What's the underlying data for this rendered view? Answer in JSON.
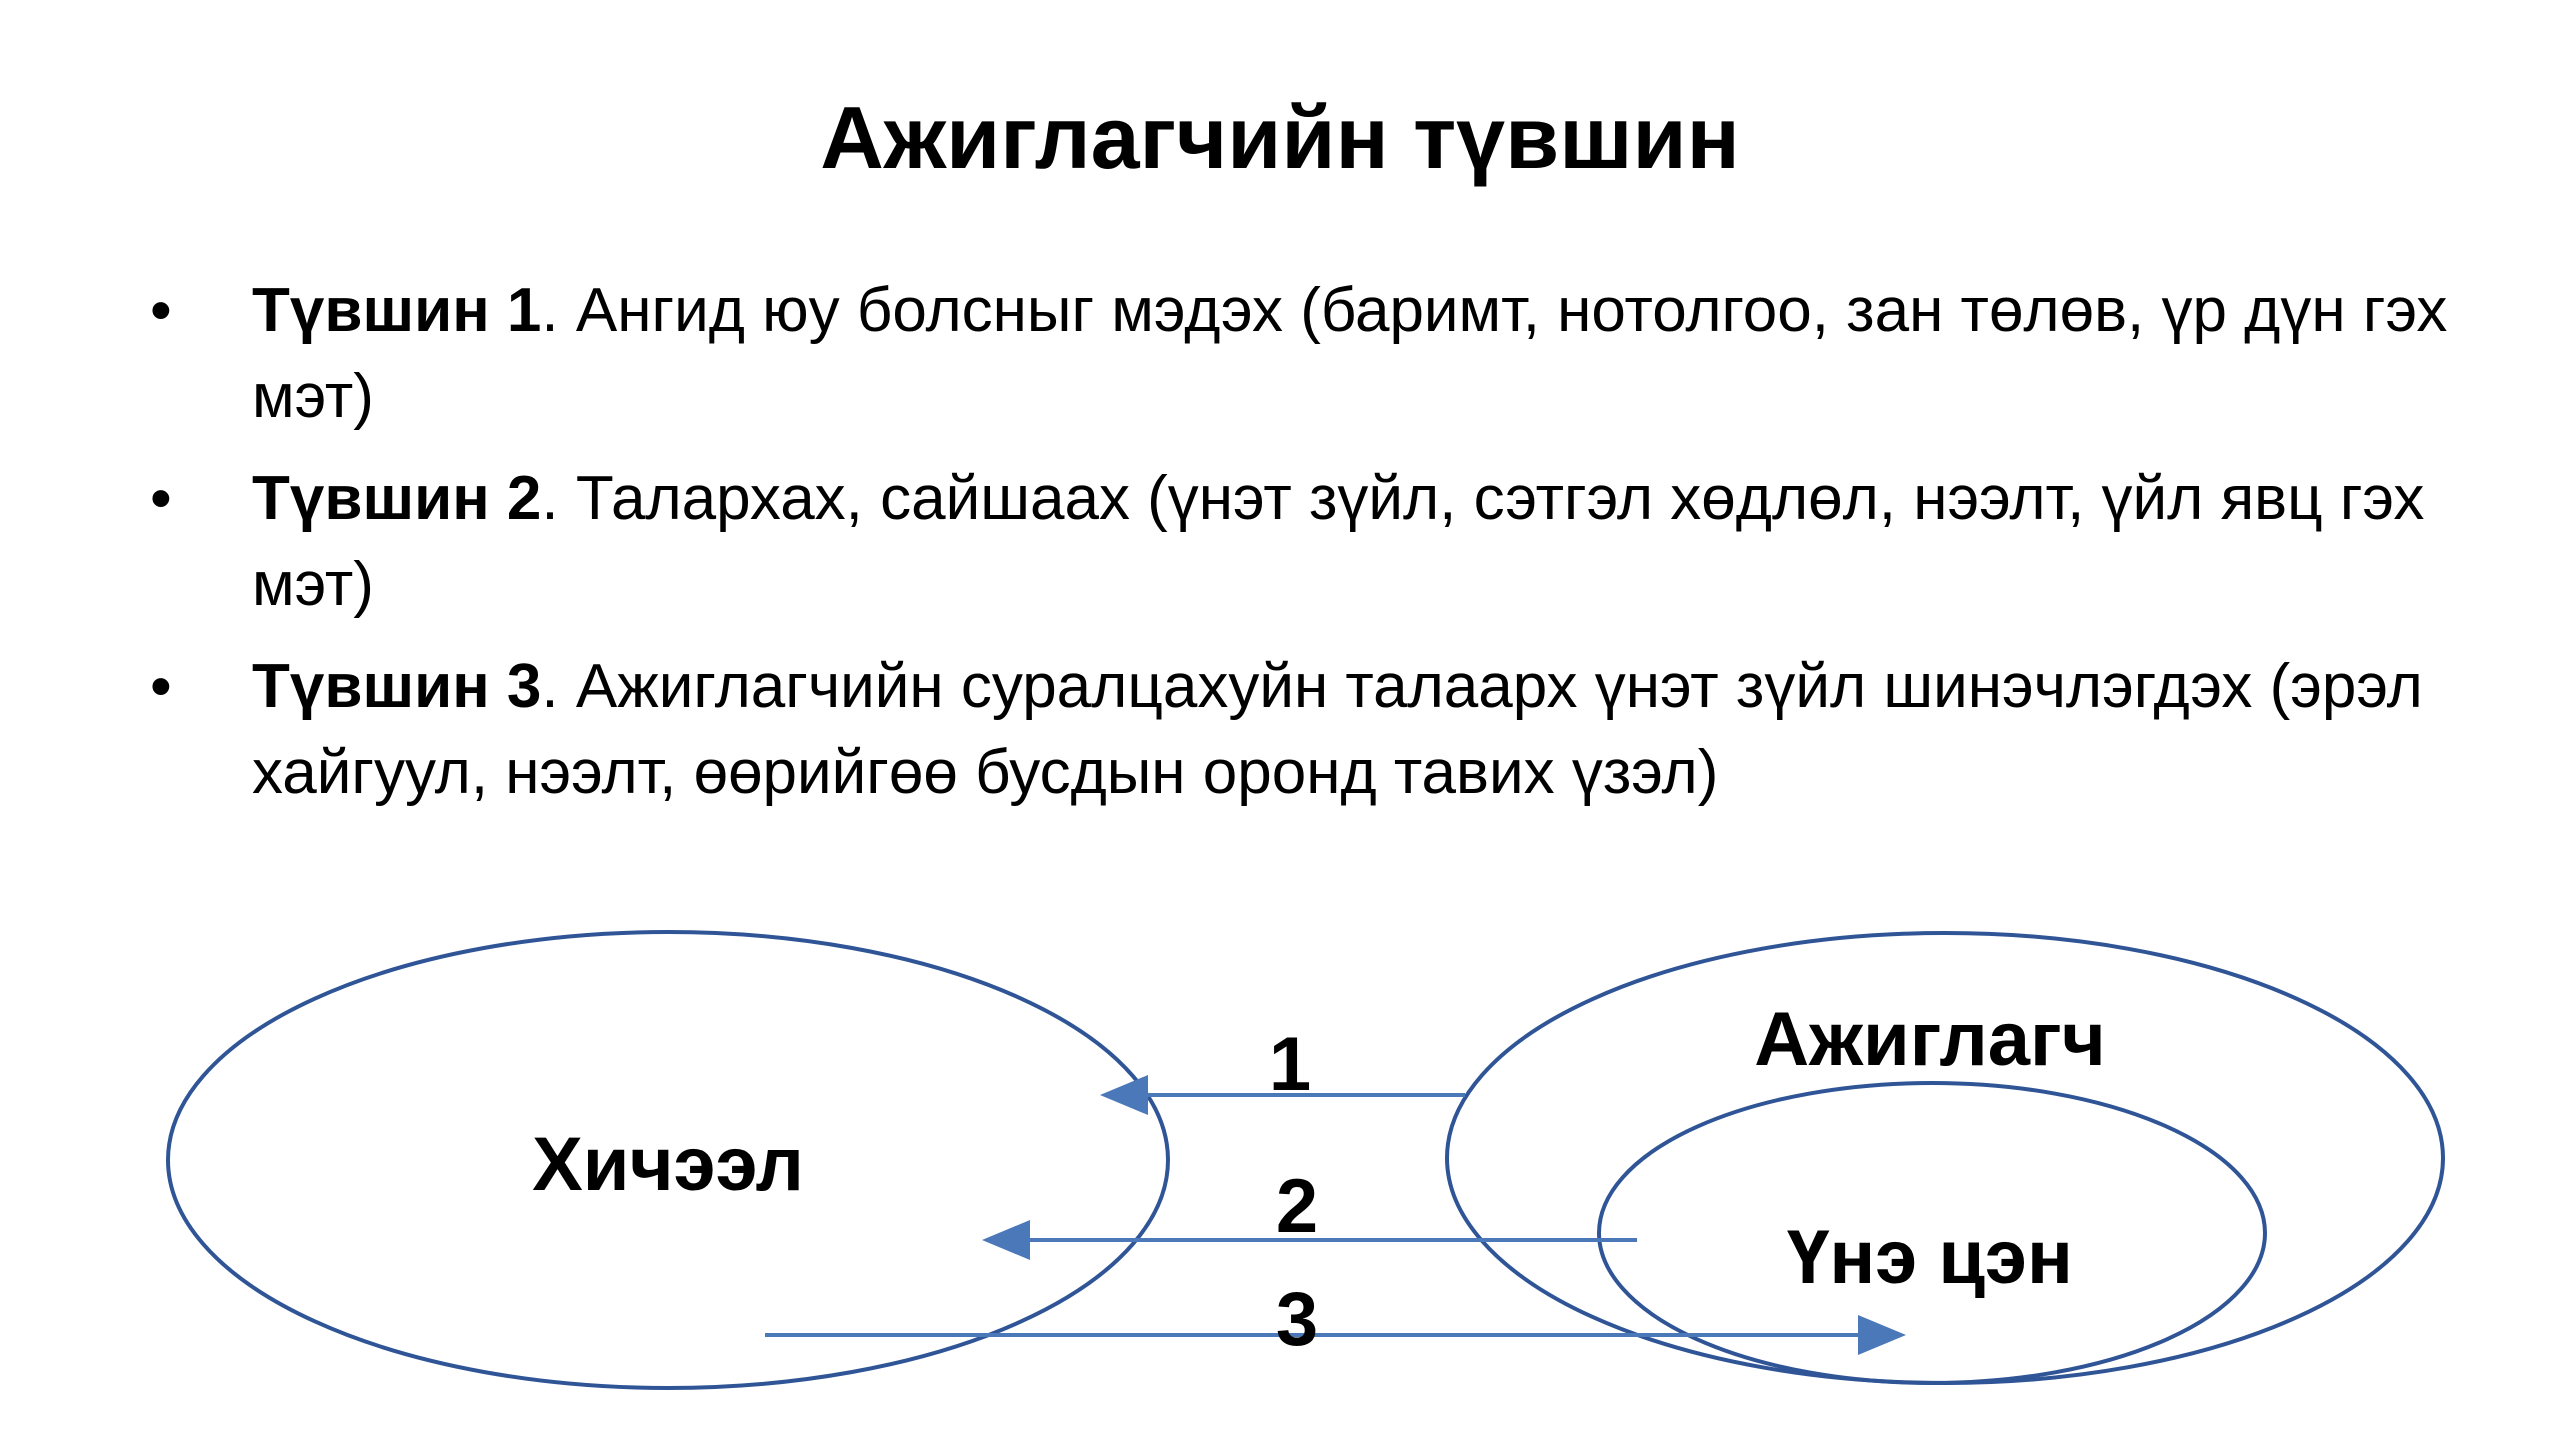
{
  "slide": {
    "title": "Ажиглагчийн түвшин",
    "bullets": [
      {
        "marker": "•",
        "label": "Түвшин 1",
        "text": ". Ангид юу болсныг мэдэх (баримт, нотолгоо, зан төлөв, үр дүн гэх мэт)"
      },
      {
        "marker": "•",
        "label": "Түвшин 2",
        "text": ". Талархах, сайшаах (үнэт зүйл, сэтгэл хөдлөл, нээлт, үйл явц гэх мэт)"
      },
      {
        "marker": "•",
        "label": "Түвшин 3",
        "text": ". Ажиглагчийн суралцахуйн талаарх үнэт зүйл шинэчлэгдэх (эрэл хайгуул, нээлт, өөрийгөө бусдын оронд тавих үзэл)"
      }
    ]
  },
  "diagram": {
    "lesson_label": "Хичээл",
    "observer_label": "Ажиглагч",
    "values_label": "Үнэ цэн",
    "arrows": [
      {
        "label": "1",
        "direction": "to-lesson"
      },
      {
        "label": "2",
        "direction": "to-lesson"
      },
      {
        "label": "3",
        "direction": "to-values"
      }
    ],
    "colors": {
      "outline": "#2f5597",
      "arrow": "#4a78b8",
      "text": "#000000"
    }
  }
}
